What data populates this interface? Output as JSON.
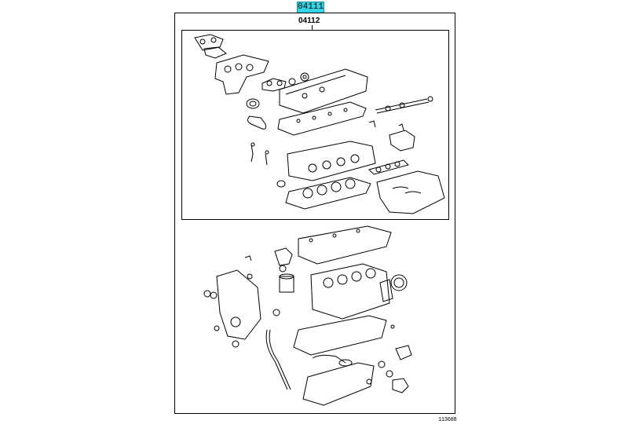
{
  "header": {
    "callout_code": "04111"
  },
  "diagram": {
    "sub_assembly_code": "04112",
    "drawing_code": "113688"
  }
}
